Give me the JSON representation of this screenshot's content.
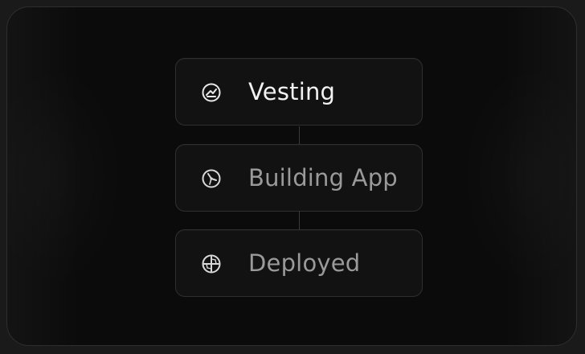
{
  "steps": [
    {
      "label": "Vesting",
      "icon": "vesting-icon",
      "state": "active"
    },
    {
      "label": "Building App",
      "icon": "building-app-icon",
      "state": "inactive"
    },
    {
      "label": "Deployed",
      "icon": "deployed-icon",
      "state": "inactive"
    }
  ],
  "colors": {
    "background": "#0b0b0b",
    "card": "#121212",
    "card_border": "#2f2f2f",
    "active_text": "#f2f2f2",
    "inactive_text": "#9a9a9a"
  }
}
